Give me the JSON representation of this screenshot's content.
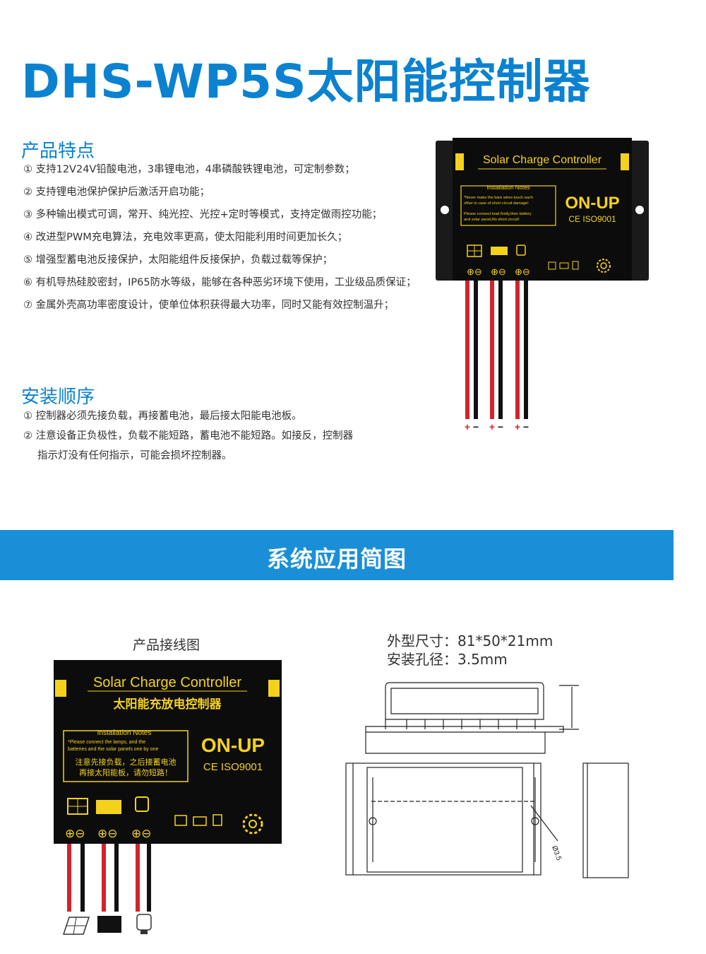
{
  "header": {
    "title": "DHS-WP5S太阳能控制器"
  },
  "features": {
    "heading": "产品特点",
    "items": [
      "① 支持12V24V铅酸电池，3串锂电池，4串磷酸铁锂电池，可定制参数；",
      "② 支持锂电池保护保护后激活开启功能；",
      "③ 多种输出模式可调，常开、纯光控、光控+定时等模式，支持定做雨控功能；",
      "④ 改进型PWM充电算法，充电效率更高，使太阳能利用时间更加长久；",
      "⑤ 增强型蓄电池反接保护，太阳能组件反接保护，负载过载等保护；",
      "⑥ 有机导热硅胶密封，IP65防水等级，能够在各种恶劣环境下使用，工业级品质保证；",
      "⑦ 金属外壳高功率密度设计，使单位体积获得最大功率，同时又能有效控制温升；"
    ]
  },
  "install": {
    "heading": "安装顺序",
    "items": [
      "① 控制器必须先接负载，再接蓄电池，最后接太阳能电池板。",
      "② 注意设备正负极性，负载不能短路，蓄电池不能短路。如接反，控制器",
      "指示灯没有任何指示，可能会损坏控制器。"
    ]
  },
  "product_top": {
    "label": "Solar Charge Controller",
    "notes_title": "Installation Notes",
    "notes_line1": "*Never make the bare wires touch each",
    "notes_line2": "other in case of short circuit damage!",
    "notes_line3": "Please connect load firstly,then battery",
    "notes_line4": "and solar panel,No short circuit!",
    "brand": "ON-UP",
    "cert": "CE ISO9001",
    "wire_marks": [
      "+",
      "−",
      "+",
      "−",
      "+",
      "−"
    ]
  },
  "banner": {
    "title": "系统应用简图"
  },
  "wiring": {
    "caption": "产品接线图",
    "label": "Solar Charge Controller",
    "cn_label": "太阳能充放电控制器",
    "notes_title": "Installation Notes",
    "notes_line1": "*Please connect the lamps, and the",
    "notes_line2": "batteries  and the solar panels one by one",
    "notes_cn1": "注意先接负载，之后接蓄电池",
    "notes_cn2": "再接太阳能板，请勿短路！",
    "brand": "ON-UP",
    "cert": "CE ISO9001"
  },
  "dimensions": {
    "size": "外型尺寸：81*50*21mm",
    "hole": "安装孔径：3.5mm",
    "hole_label": "Ø3.5"
  },
  "colors": {
    "accent": "#0b82d0",
    "banner": "#1a8fd8",
    "panel_yellow": "#f4d21b",
    "wire_red": "#d4232b"
  }
}
